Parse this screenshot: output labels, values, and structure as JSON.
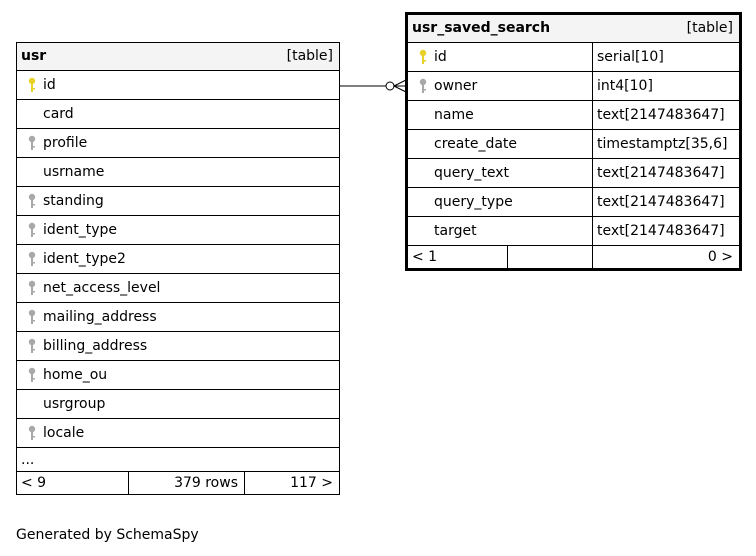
{
  "usr": {
    "name": "usr",
    "kind": "[table]",
    "columns": [
      {
        "name": "id",
        "key": "primary"
      },
      {
        "name": "card",
        "key": "none"
      },
      {
        "name": "profile",
        "key": "foreign"
      },
      {
        "name": "usrname",
        "key": "none"
      },
      {
        "name": "standing",
        "key": "foreign"
      },
      {
        "name": "ident_type",
        "key": "foreign"
      },
      {
        "name": "ident_type2",
        "key": "foreign"
      },
      {
        "name": "net_access_level",
        "key": "foreign"
      },
      {
        "name": "mailing_address",
        "key": "foreign"
      },
      {
        "name": "billing_address",
        "key": "foreign"
      },
      {
        "name": "home_ou",
        "key": "foreign"
      },
      {
        "name": "usrgroup",
        "key": "none"
      },
      {
        "name": "locale",
        "key": "foreign"
      }
    ],
    "ellipsis": "...",
    "footer": {
      "parents": "< 9",
      "rows": "379 rows",
      "children": "117 >"
    }
  },
  "usr_saved_search": {
    "name": "usr_saved_search",
    "kind": "[table]",
    "columns": [
      {
        "name": "id",
        "type": "serial[10]",
        "key": "primary"
      },
      {
        "name": "owner",
        "type": "int4[10]",
        "key": "foreign"
      },
      {
        "name": "name",
        "type": "text[2147483647]",
        "key": "none"
      },
      {
        "name": "create_date",
        "type": "timestamptz[35,6]",
        "key": "none"
      },
      {
        "name": "query_text",
        "type": "text[2147483647]",
        "key": "none"
      },
      {
        "name": "query_type",
        "type": "text[2147483647]",
        "key": "none"
      },
      {
        "name": "target",
        "type": "text[2147483647]",
        "key": "none"
      }
    ],
    "footer": {
      "parents": "< 1",
      "rows": "",
      "children": "0 >"
    }
  },
  "colors": {
    "primary_key": "#e8d22a",
    "foreign_key": "#a8a8a8",
    "header_bg": "#f4f4f4"
  },
  "generated_by": "Generated by SchemaSpy"
}
